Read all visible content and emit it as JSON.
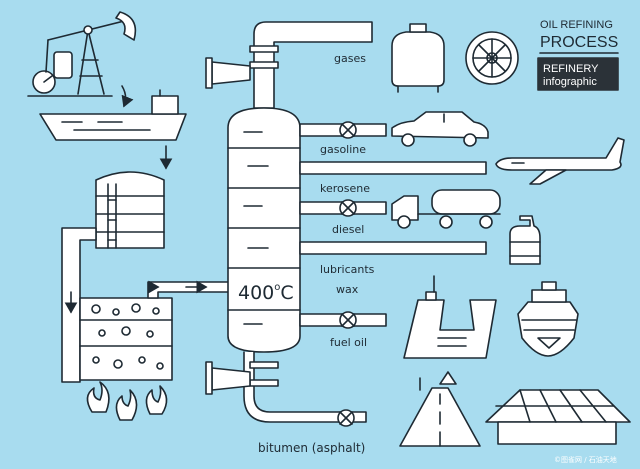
{
  "title": {
    "line1": "OIL REFINING",
    "line2": "PROCESS"
  },
  "badge": {
    "line1": "REFINERY",
    "line2": "infographic"
  },
  "column": {
    "temperature_value": "400",
    "temperature_sup": "o",
    "temperature_unit": "C"
  },
  "products": {
    "gases": "gases",
    "gasoline": "gasoline",
    "kerosene": "kerosene",
    "diesel": "diesel",
    "lubricants": "lubricants",
    "wax": "wax",
    "fuel_oil": "fuel oil",
    "bitumen": "bitumen (asphalt)"
  },
  "watermark": "©图雀网 / 石油天地",
  "colors": {
    "background": "#a8dcef",
    "stroke": "#1e2a33",
    "fill": "#ffffff"
  }
}
